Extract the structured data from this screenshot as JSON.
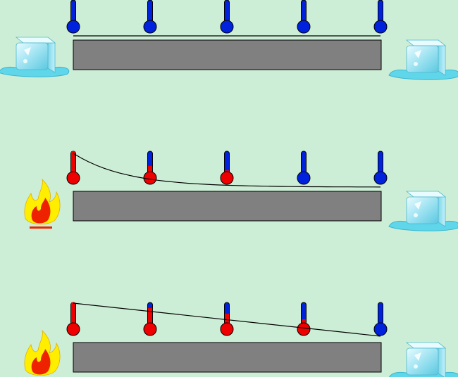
{
  "colors": {
    "background": "#cdeed6",
    "rod": "#808080",
    "hot": "#ee0000",
    "cold": "#0022dd",
    "outline": "#000000",
    "ice": "#a9ecf6",
    "ice_highlight": "#ffffff",
    "fire_outer": "#ffee00",
    "fire_inner": "#ee2200"
  },
  "stages": [
    {
      "name": "initial-equilibrium",
      "left_source": "ice-icon",
      "right_source": "ice-icon",
      "thermometer_hot_fraction": [
        0,
        0,
        0,
        0,
        0
      ],
      "curve": "flat-cold"
    },
    {
      "name": "early-transient",
      "left_source": "fire-icon",
      "right_source": "ice-icon",
      "thermometer_hot_fraction": [
        1.0,
        0.35,
        0.15,
        0,
        0
      ],
      "curve": "exponential-decay"
    },
    {
      "name": "steady-state",
      "left_source": "fire-icon",
      "right_source": "ice-icon",
      "thermometer_hot_fraction": [
        1.0,
        0.75,
        0.5,
        0.25,
        0
      ],
      "curve": "linear"
    }
  ]
}
